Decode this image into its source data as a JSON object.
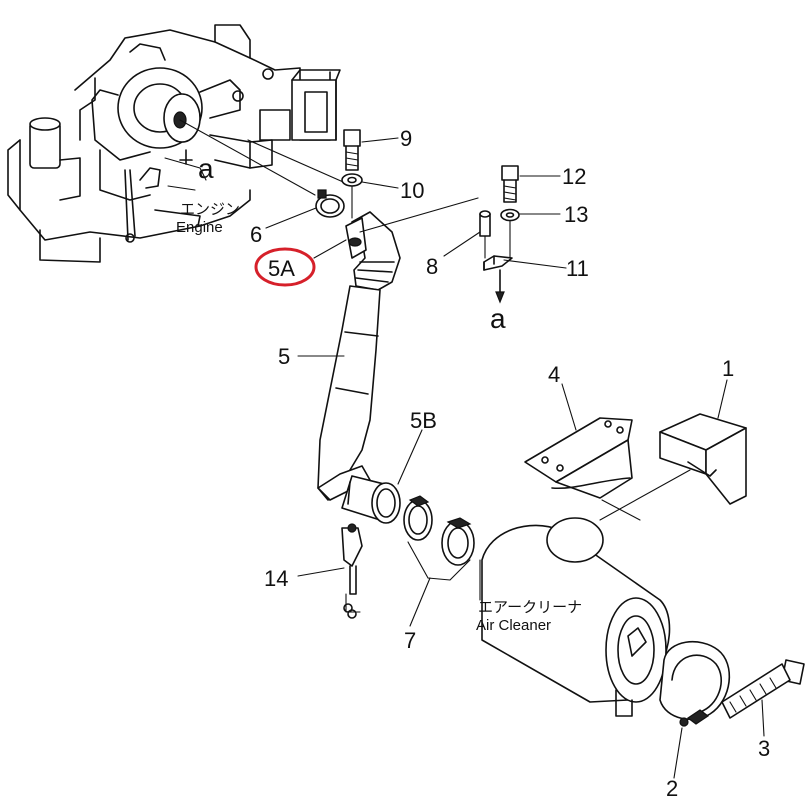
{
  "diagram": {
    "engine_label_jp": "エンジン",
    "engine_label_en": "Engine",
    "air_cleaner_label_jp": "エアークリーナ",
    "air_cleaner_label_en": "Air Cleaner",
    "ref_letter_engine": "a",
    "ref_letter_bracket": "a",
    "highlight_color": "#d6202a",
    "callouts": {
      "p1": "1",
      "p2": "2",
      "p3": "3",
      "p4": "4",
      "p5": "5",
      "p5A": "5A",
      "p5B": "5B",
      "p6": "6",
      "p7": "7",
      "p8": "8",
      "p9": "9",
      "p10": "10",
      "p11": "11",
      "p12": "12",
      "p13": "13",
      "p14": "14"
    },
    "highlighted_part": "5A"
  }
}
